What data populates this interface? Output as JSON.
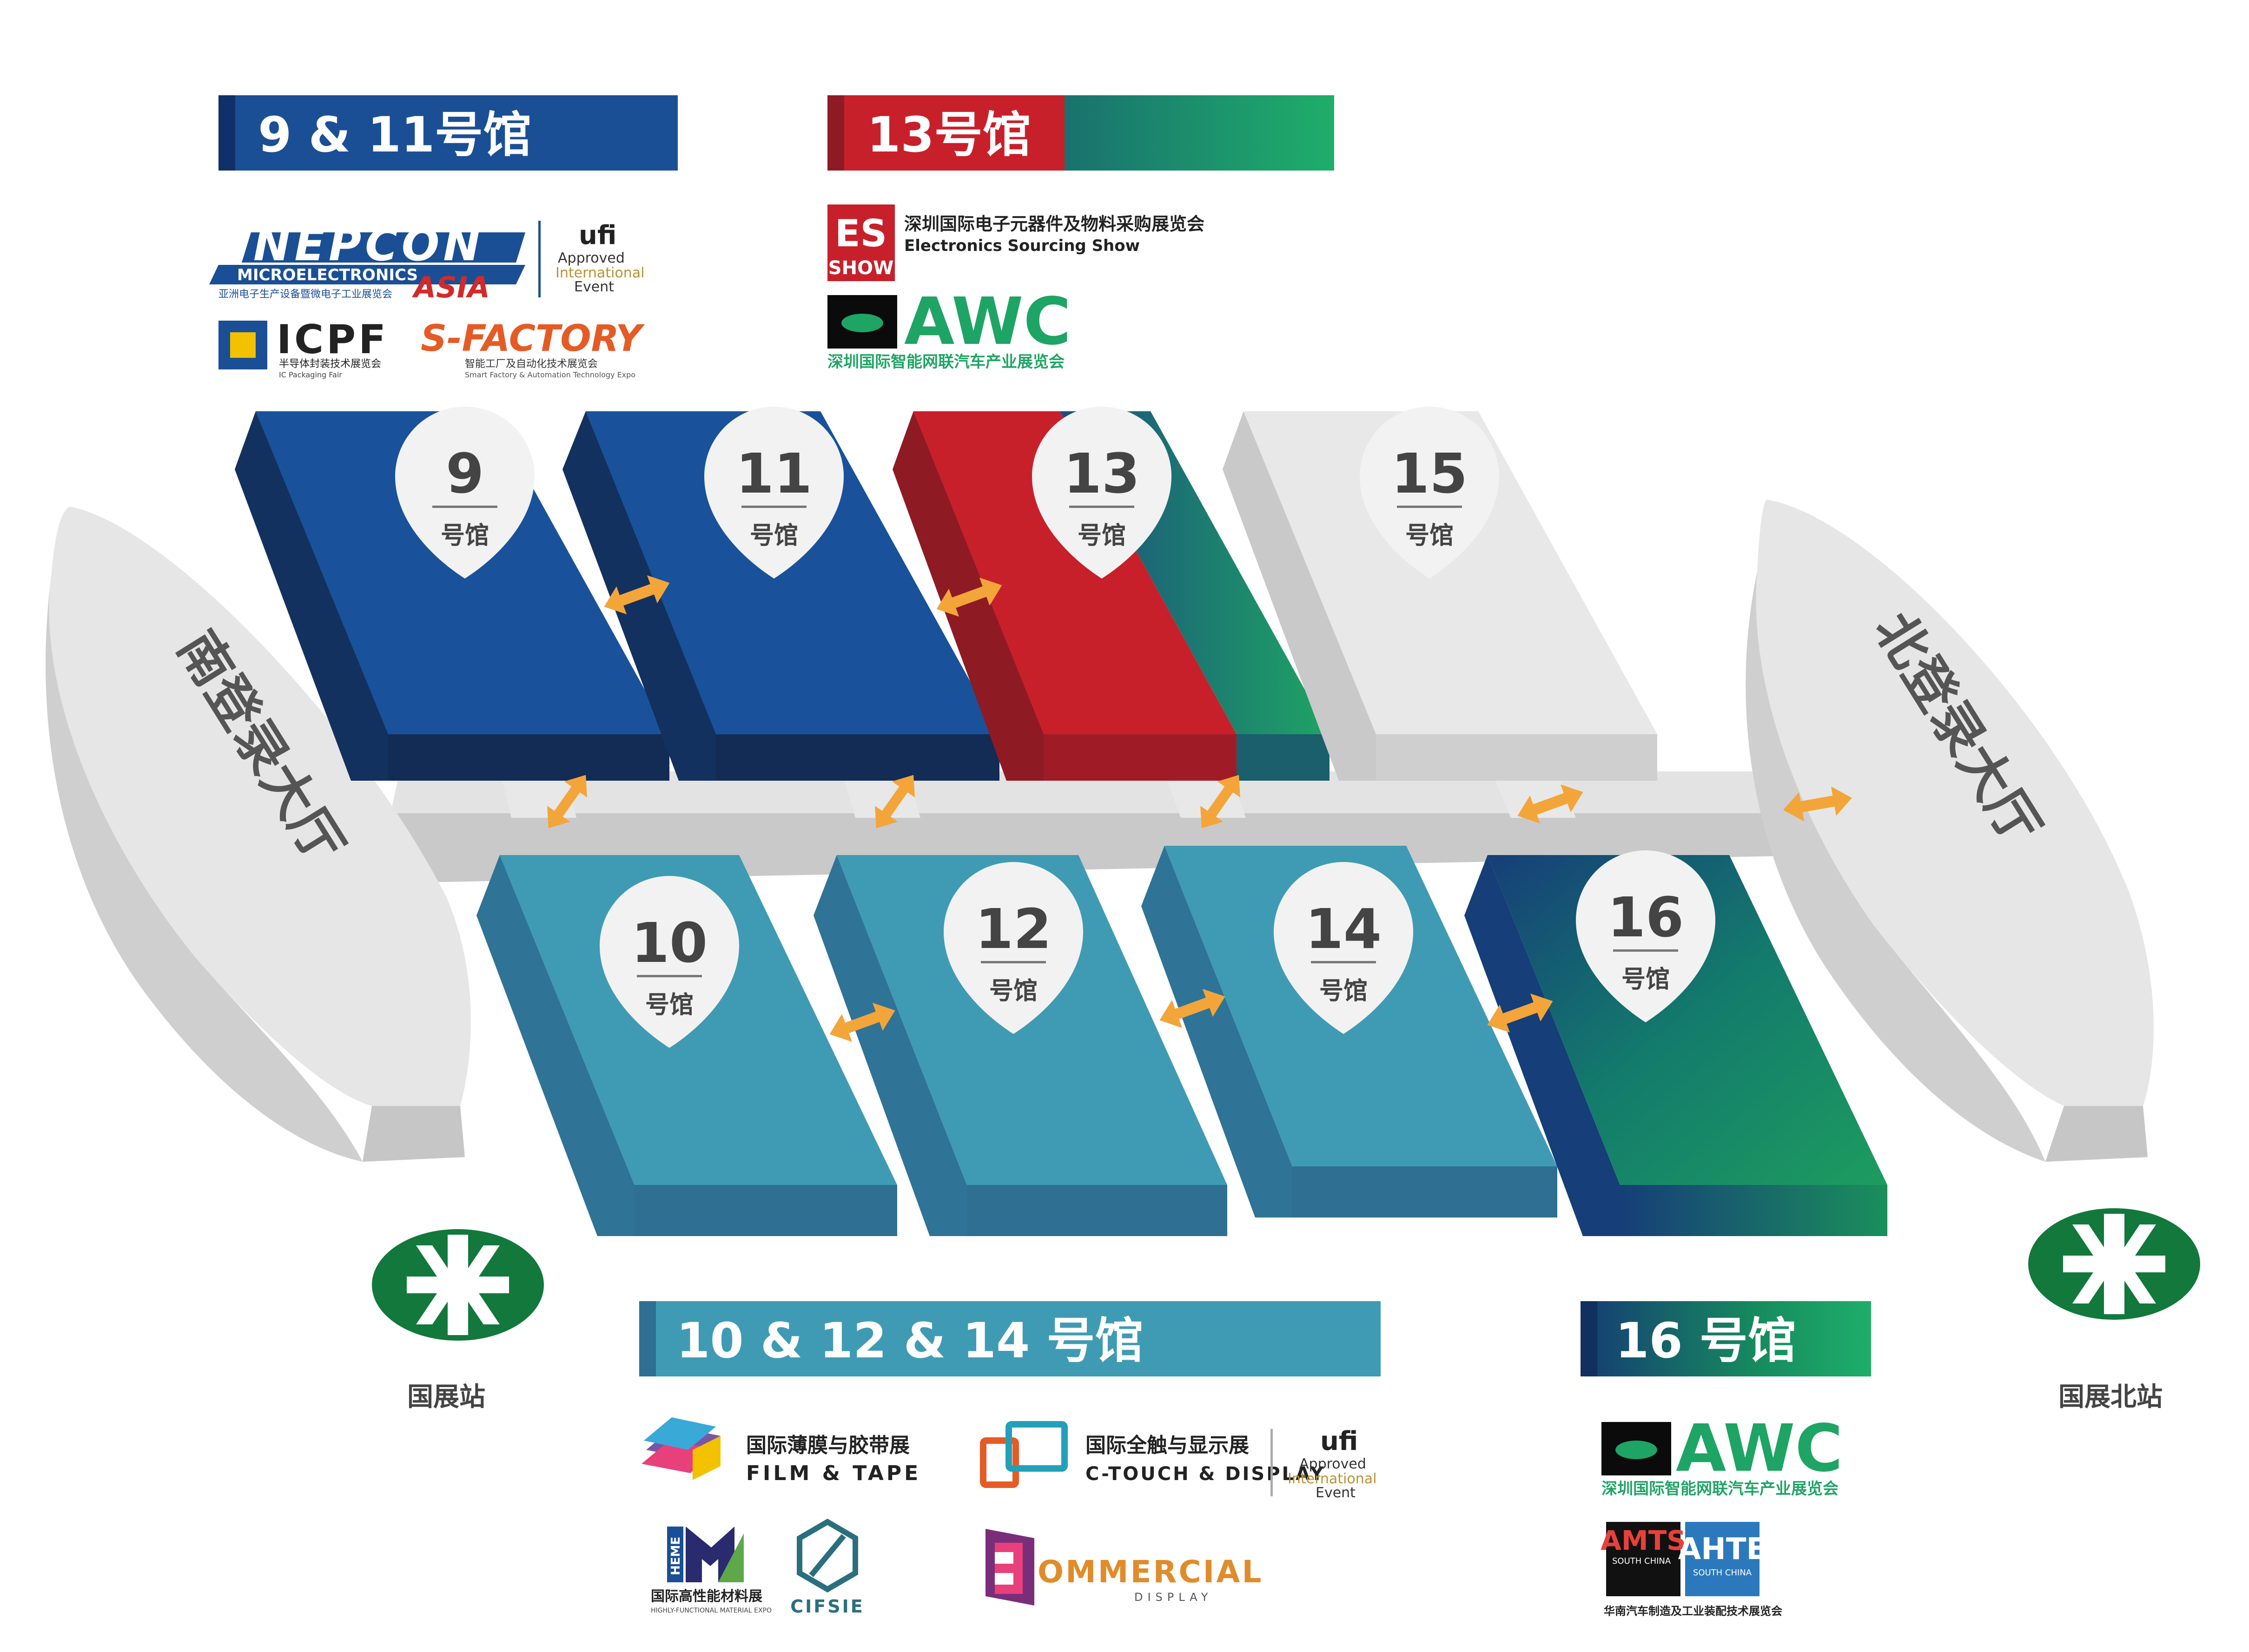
{
  "headers": {
    "h9_11": "9 & 11号馆",
    "h13": "13号馆",
    "h10_12_14": "10 & 12 & 14 号馆",
    "h16": "16 号馆"
  },
  "halls": [
    {
      "num": "9",
      "label": "号馆"
    },
    {
      "num": "11",
      "label": "号馆"
    },
    {
      "num": "13",
      "label": "号馆"
    },
    {
      "num": "15",
      "label": "号馆"
    },
    {
      "num": "10",
      "label": "号馆"
    },
    {
      "num": "12",
      "label": "号馆"
    },
    {
      "num": "14",
      "label": "号馆"
    },
    {
      "num": "16",
      "label": "号馆"
    }
  ],
  "lobbies": {
    "south": "南登录大厅",
    "north": "北登录大厅"
  },
  "stations": {
    "left": "国展站",
    "right": "国展北站"
  },
  "logos": {
    "nepcon": {
      "name": "NEPCON",
      "micro": "MICROELECTRONICS",
      "asia": "ASIA",
      "sub": "亚洲电子生产设备暨微电子工业展览会"
    },
    "ufi": {
      "top": "ufi",
      "l1": "Approved",
      "l2": "International",
      "l3": "Event"
    },
    "icpf": {
      "name": "ICPF",
      "cn": "半导体封装技术展览会",
      "en": "IC Packaging Fair"
    },
    "sfactory": {
      "name": "S-FACTORY",
      "cn": "智能工厂及自动化技术展览会",
      "en": "Smart Factory & Automation Technology Expo"
    },
    "es": {
      "top": "ES",
      "bottom": "SHOW",
      "cn": "深圳国际电子元器件及物料采购展览会",
      "en": "Electronics Sourcing Show"
    },
    "awc": {
      "name": "AWC",
      "cn": "深圳国际智能网联汽车产业展览会"
    },
    "film": {
      "cn": "国际薄膜与胶带展",
      "en": "FILM & TAPE"
    },
    "ctouch": {
      "cn": "国际全触与显示展",
      "en": "C-TOUCH & DISPLAY"
    },
    "heme": {
      "cn": "国际高性能材料展",
      "en": "HIGHLY-FUNCTIONAL MATERIAL EXPO",
      "side": "HEME"
    },
    "cifsie": {
      "name": "CIFSIE"
    },
    "commercial": {
      "name": "OMMERCIAL",
      "sub": "DISPLAY"
    },
    "amts": {
      "name": "AMTS",
      "sub": "SOUTH CHINA"
    },
    "ahte": {
      "name": "AHTE",
      "sub": "SOUTH CHINA"
    },
    "amts_cn": "华南汽车制造及工业装配技术展览会"
  },
  "colors": {
    "blue": "#1a4f95",
    "teal": "#3d9ab3",
    "red": "#c8202a",
    "green": "#1ea464",
    "gray": "#e4e4e4",
    "arrow": "#f3a53a",
    "mtr": "#12783c"
  }
}
